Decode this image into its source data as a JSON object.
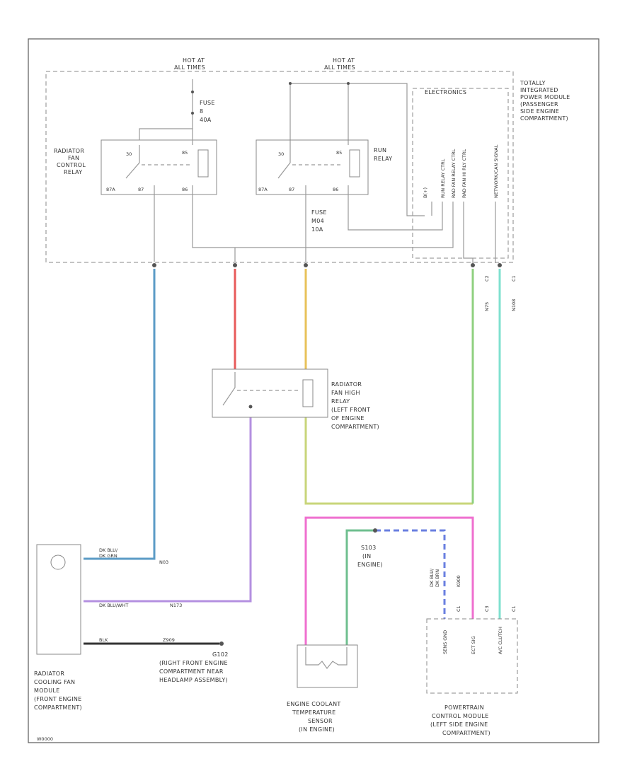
{
  "hot_left": [
    "HOT AT",
    "ALL TIMES"
  ],
  "hot_right": [
    "HOT AT",
    "ALL TIMES"
  ],
  "tipm": [
    "TOTALLY",
    "INTEGRATED",
    "POWER MODULE",
    "(PASSENGER",
    "SIDE ENGINE",
    "COMPARTMENT)"
  ],
  "electronics": "ELECTRONICS",
  "fuse1": [
    "FUSE",
    "8",
    "40A"
  ],
  "fuse2": [
    "FUSE",
    "M04",
    "10A"
  ],
  "rad_relay": [
    "RADIATOR",
    "FAN",
    "CONTROL",
    "RELAY"
  ],
  "run_relay": [
    "RUN",
    "RELAY"
  ],
  "relay_pins": {
    "p30": "30",
    "p85": "85",
    "p86": "86",
    "p87": "87",
    "p87a": "87A"
  },
  "tipm_ctrl": [
    "B(+)",
    "RUN RELAY CTRL",
    "RAD FAN RELAY CTRL",
    "RAD FAN HI RLY CTRL",
    "NETWORK/CAN SIGNAL"
  ],
  "high_relay": [
    "RADIATOR",
    "FAN HIGH",
    "RELAY",
    "(LEFT FRONT",
    "OF ENGINE",
    "COMPARTMENT)"
  ],
  "fan_module": [
    "RADIATOR",
    "COOLING FAN",
    "MODULE",
    "(FRONT ENGINE",
    "COMPARTMENT)"
  ],
  "fan_wires": {
    "w1": "DK BLU/",
    "w1b": "DK GRN",
    "w1c": "N03",
    "w2": "DK BLU/WHT",
    "w2b": "N173",
    "w3": "BLK",
    "w3b": "Z909"
  },
  "ground": [
    "G102",
    "(RIGHT FRONT ENGINE",
    "COMPARTMENT NEAR",
    "HEADLAMP ASSEMBLY)"
  ],
  "splice": [
    "S103",
    "(IN",
    "ENGINE)"
  ],
  "ect": [
    "ENGINE COOLANT",
    "TEMPERATURE",
    "SENSOR",
    "(IN ENGINE)"
  ],
  "pcm": [
    "POWERTRAIN",
    "CONTROL MODULE",
    "(LEFT SIDE ENGINE",
    "COMPARTMENT)"
  ],
  "pcm_pins": [
    "SENS GND",
    "ECT SIG",
    "A/C CLUTCH"
  ],
  "pcm_wire": [
    "DK BLU/",
    "DK BRN",
    "K900"
  ],
  "pin_ids": [
    "C2",
    "C1",
    "C3",
    "C1",
    "C1"
  ],
  "wire_codes": [
    "N75",
    "N108"
  ],
  "footer": "W0000"
}
